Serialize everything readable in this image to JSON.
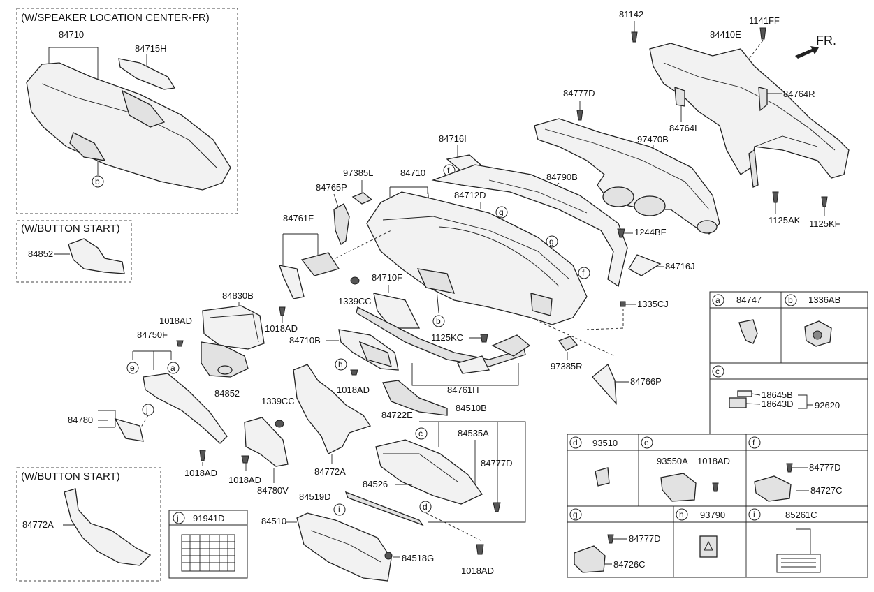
{
  "insets": {
    "speaker_location": "(W/SPEAKER LOCATION CENTER-FR)",
    "button_start_1": "(W/BUTTON START)",
    "button_start_2": "(W/BUTTON START)"
  },
  "orientation": "FR.",
  "callouts": {
    "a": "a",
    "b": "b",
    "c": "c",
    "d": "d",
    "e": "e",
    "f": "f",
    "g": "g",
    "h": "h",
    "i": "i",
    "j": "j"
  },
  "labels": {
    "p84710_inset": "84710",
    "p84715H": "84715H",
    "p84852_a": "84852",
    "p84772A_inset": "84772A",
    "p81142": "81142",
    "p1141FF": "1141FF",
    "p84410E": "84410E",
    "p84764R": "84764R",
    "p84777D_top": "84777D",
    "p84764L": "84764L",
    "p97470B": "97470B",
    "p1125AK": "1125AK",
    "p1125KF": "1125KF",
    "p84716I": "84716I",
    "p97385L": "97385L",
    "p84710": "84710",
    "p84765P": "84765P",
    "p84712D": "84712D",
    "p84790B": "84790B",
    "p1244BF": "1244BF",
    "p84716J": "84716J",
    "p1335CJ": "1335CJ",
    "p84761F": "84761F",
    "p84710F": "84710F",
    "p1339CC_a": "1339CC",
    "p84830B": "84830B",
    "p1018AD_a": "1018AD",
    "p1018AD_b": "1018AD",
    "p84750F": "84750F",
    "p84710B": "84710B",
    "p1125KC": "1125KC",
    "p97385R": "97385R",
    "p84766P": "84766P",
    "p84852_b": "84852",
    "p1018AD_c": "1018AD",
    "p84761H": "84761H",
    "p84780": "84780",
    "p1339CC_b": "1339CC",
    "p84722E": "84722E",
    "p84510B": "84510B",
    "p84535A": "84535A",
    "p84777D_mid": "84777D",
    "p1018AD_d": "1018AD",
    "p1018AD_e": "1018AD",
    "p84780V": "84780V",
    "p84772A": "84772A",
    "p84526": "84526",
    "p84519D": "84519D",
    "p84510": "84510",
    "p84518G": "84518G",
    "p1018AD_f": "1018AD"
  },
  "legend": {
    "a": "84747",
    "b": "1336AB",
    "c_1": "18645B",
    "c_2": "18643D",
    "c_3": "92620",
    "d": "93510",
    "e_1": "93550A",
    "e_2": "1018AD",
    "f_1": "84777D",
    "f_2": "84727C",
    "g_1": "84777D",
    "g_2": "84726C",
    "h": "93790",
    "i": "85261C",
    "j": "91941D"
  }
}
